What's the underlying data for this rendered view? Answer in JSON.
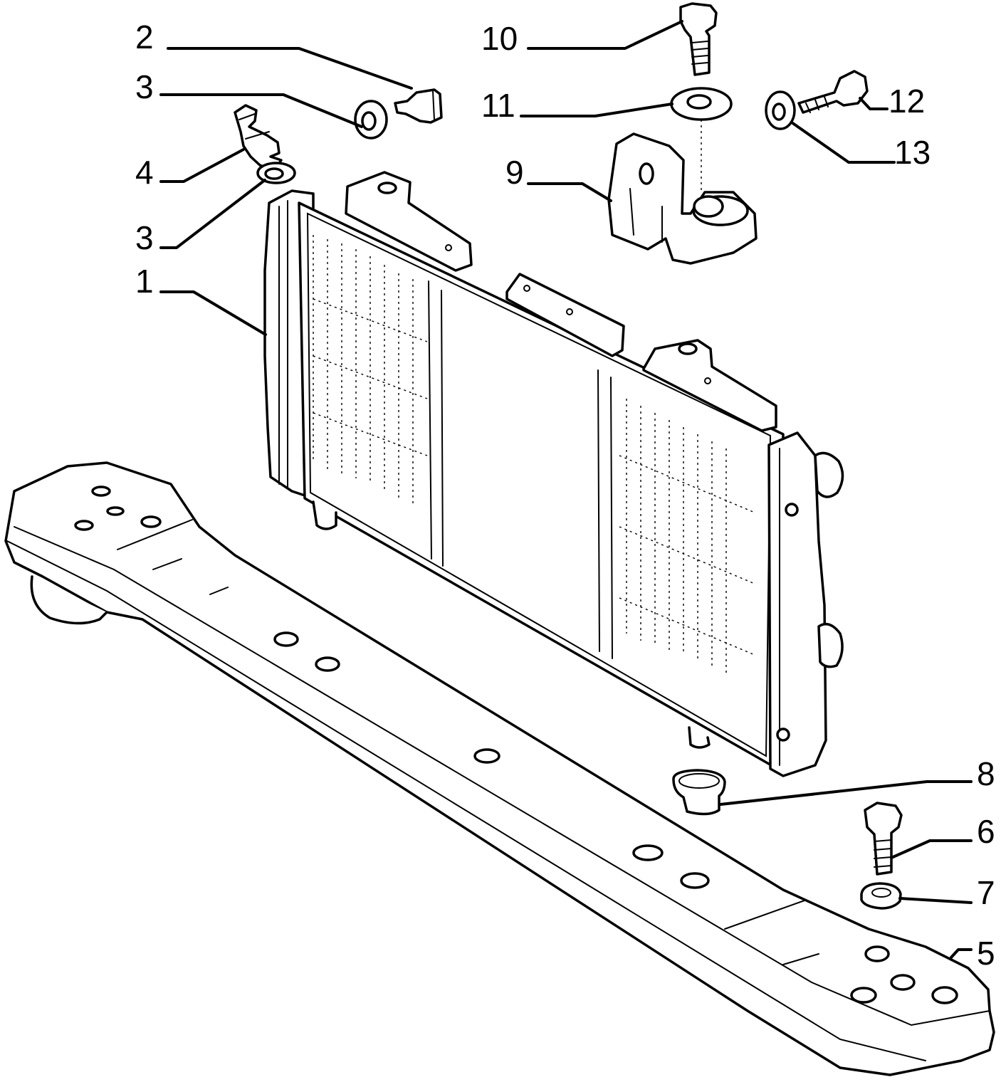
{
  "callouts": [
    "1",
    "2",
    "3",
    "3",
    "4",
    "5",
    "6",
    "7",
    "8",
    "9",
    "10",
    "11",
    "12",
    "13"
  ]
}
